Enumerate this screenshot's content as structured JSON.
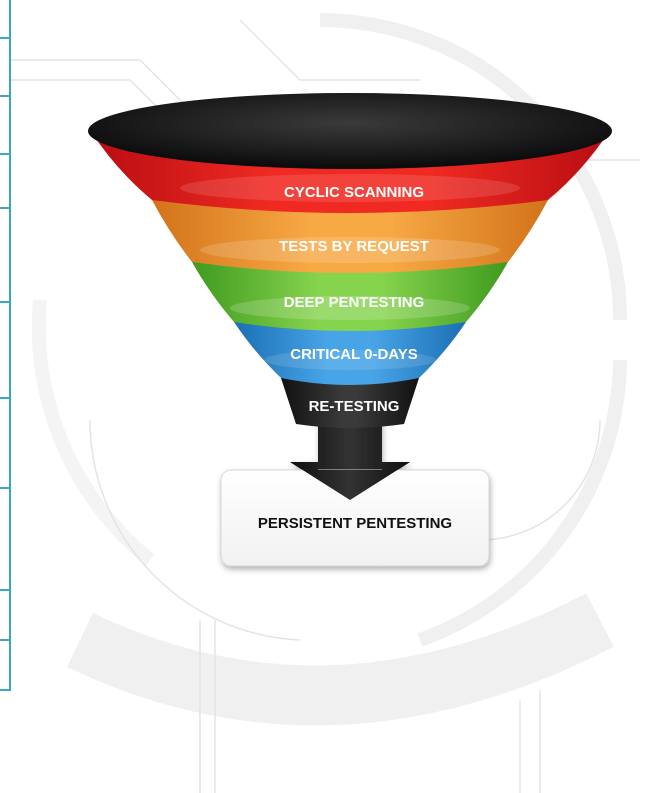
{
  "funnel": {
    "stages": [
      {
        "label": "CYCLIC SCANNING",
        "color": "#e8151b"
      },
      {
        "label": "TESTS BY REQUEST",
        "color": "#f39a30"
      },
      {
        "label": "DEEP PENTESTING",
        "color": "#6cbf3a"
      },
      {
        "label": "CRITICAL 0-DAYS",
        "color": "#2f8fd2"
      },
      {
        "label": "RE-TESTING",
        "color": "#1e1e1e"
      }
    ],
    "result": {
      "label": "PERSISTENT PENTESTING"
    }
  },
  "colors": {
    "frame_accent": "#3aa7c4",
    "funnel_top": "#1c1c1c",
    "arrow": "#1f1f1f",
    "background_lines": "#e6e6e6"
  }
}
